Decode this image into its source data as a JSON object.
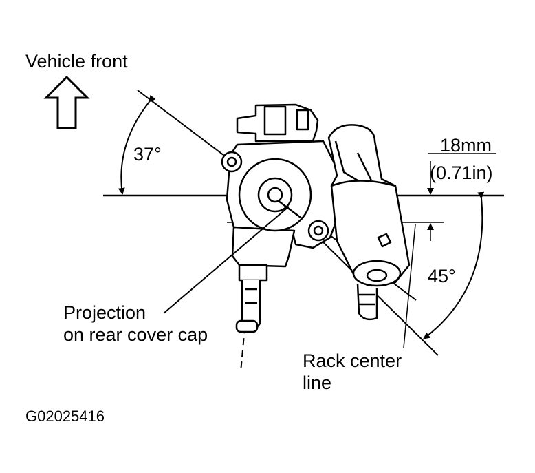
{
  "labels": {
    "vehicle_front": "Vehicle front",
    "angle_top": "37°",
    "offset_mm": "18mm",
    "offset_in": "(0.71in)",
    "angle_bottom": "45°",
    "projection_line1": "Projection",
    "projection_line2": "on rear cover cap",
    "rack_line1": "Rack center",
    "rack_line2": "line",
    "figure_code": "G02025416"
  },
  "icons": {
    "direction_arrow": "up-arrow-outline-icon"
  },
  "colors": {
    "ink": "#000000",
    "paper": "#ffffff"
  }
}
